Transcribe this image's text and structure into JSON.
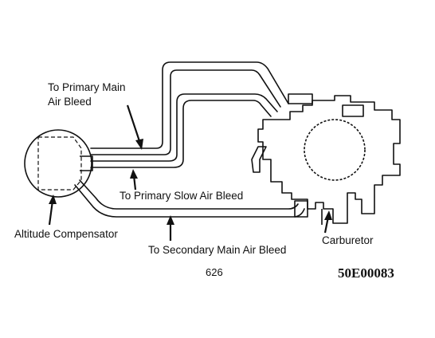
{
  "labels": {
    "primary_main_line1": "To Primary Main",
    "primary_main_line2": "Air Bleed",
    "primary_slow": "To Primary Slow Air Bleed",
    "altitude_compensator": "Altitude Compensator",
    "secondary_main": "To Secondary Main Air Bleed",
    "carburetor": "Carburetor",
    "figure_number": "626",
    "figure_code": "50E00083"
  }
}
